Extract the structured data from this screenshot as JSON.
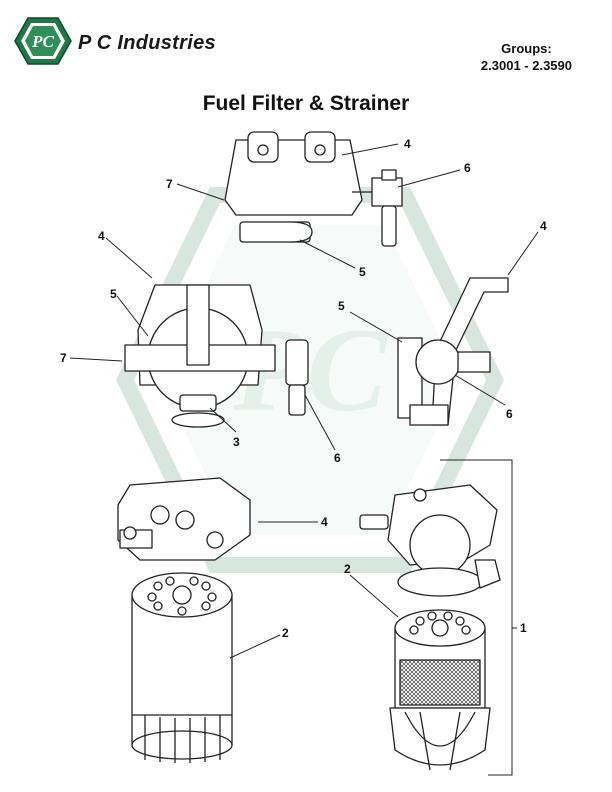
{
  "header": {
    "brand": "P C Industries",
    "logo_text": "PC",
    "groups_label": "Groups:",
    "groups_range": "2.3001 - 2.3590"
  },
  "title": "Fuel Filter & Strainer",
  "callouts": {
    "c4a": "4",
    "c6a": "6",
    "c7a": "7",
    "c5a": "5",
    "c4b": "4",
    "c4c": "4",
    "c5b": "5",
    "c5c": "5",
    "c7b": "7",
    "c3": "3",
    "c6b": "6",
    "c6c": "6",
    "c4d": "4",
    "c2a": "2",
    "c2b": "2",
    "c1": "1"
  },
  "colors": {
    "line": "#222222",
    "watermark": "#8fb8a4"
  }
}
